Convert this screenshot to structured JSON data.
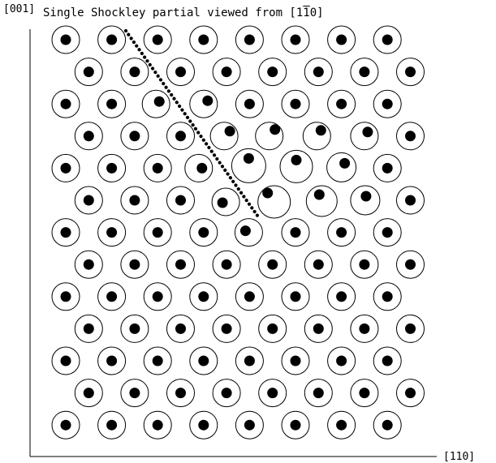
{
  "title": {
    "before": "Single Shockley partial viewed from [1",
    "overlined": "1",
    "after": "0]"
  },
  "axes": {
    "vertical_label": "[001]",
    "horizontal_label": "[110]"
  },
  "lattice": {
    "rows": 13,
    "columns": 8,
    "alternate_rows_offset": true,
    "atom_style": "open circle with filled black dot"
  },
  "dislocation": {
    "line_style": "dotted",
    "description": "Shockley partial"
  },
  "colors": {
    "ink": "#000000",
    "background": "#ffffff"
  }
}
